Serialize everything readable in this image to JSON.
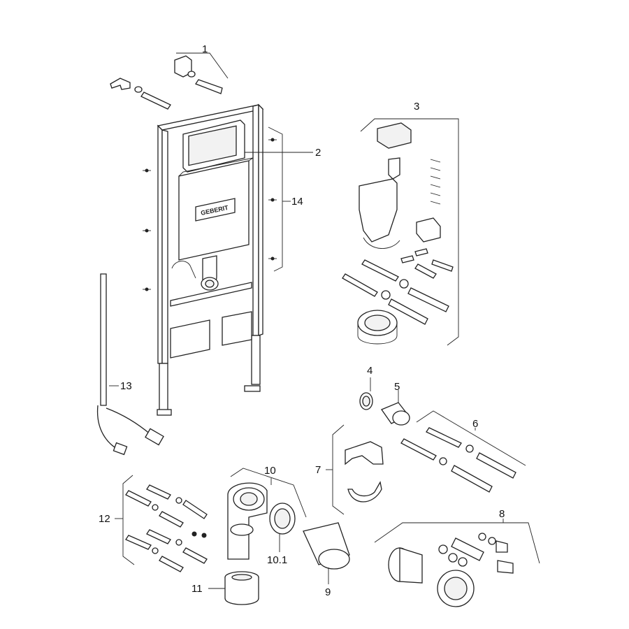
{
  "brand": "GEBERIT",
  "callouts": [
    {
      "id": "c1",
      "text": "1"
    },
    {
      "id": "c2",
      "text": "2"
    },
    {
      "id": "c3",
      "text": "3"
    },
    {
      "id": "c4",
      "text": "4"
    },
    {
      "id": "c5",
      "text": "5"
    },
    {
      "id": "c6",
      "text": "6"
    },
    {
      "id": "c7",
      "text": "7"
    },
    {
      "id": "c8",
      "text": "8"
    },
    {
      "id": "c9",
      "text": "9"
    },
    {
      "id": "c10",
      "text": "10"
    },
    {
      "id": "c10_1",
      "text": "10.1"
    },
    {
      "id": "c11",
      "text": "11"
    },
    {
      "id": "c12",
      "text": "12"
    },
    {
      "id": "c13",
      "text": "13"
    },
    {
      "id": "c14",
      "text": "14"
    }
  ]
}
